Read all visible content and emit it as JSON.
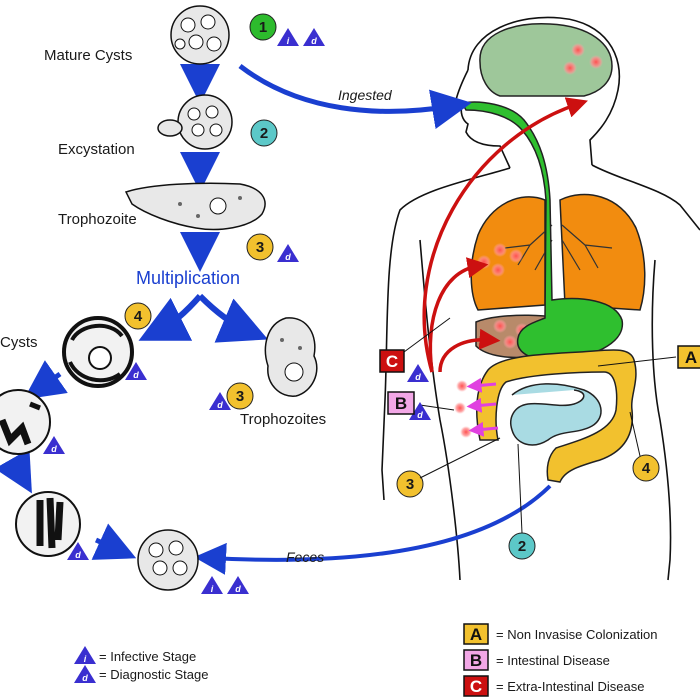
{
  "stages": {
    "mature_cysts": "Mature Cysts",
    "excystation": "Excystation",
    "trophozoite": "Trophozoite",
    "multiplication": "Multiplication",
    "cysts": "Cysts",
    "trophozoites": "Trophozoites"
  },
  "arrows": {
    "ingested": "Ingested",
    "feces": "Feces"
  },
  "step_numbers": {
    "s1": "1",
    "s2": "2",
    "s3": "3",
    "s4": "4",
    "s3b": "3",
    "s3c": "3",
    "s4b": "4",
    "s2b": "2"
  },
  "markers": {
    "infective": "i",
    "diagnostic": "d"
  },
  "disease_boxes": {
    "a": "A",
    "b": "B",
    "c": "C"
  },
  "legend": {
    "infective": "= Infective Stage",
    "diagnostic": "= Diagnostic Stage",
    "a": "= Non Invasise Colonization",
    "b": "= Intestinal Disease",
    "c": "= Extra-Intestinal Disease"
  },
  "colors": {
    "arrow_blue": "#1a3fd0",
    "arrow_red": "#cc1010",
    "brain": "#9ec79a",
    "lung": "#f28c0f",
    "liver": "#b88a6a",
    "stomach_gi": "#2fbf2f",
    "colon": "#f2c12e",
    "small_intestine": "#a9dbe3",
    "step_green": "#2dbb2d",
    "step_teal": "#5cc8c8",
    "step_yellow": "#f2c12e",
    "marker_triangle": "#3a2fd0",
    "box_a": "#f2c12e",
    "box_b": "#f2a7e6",
    "box_c": "#cc1010"
  }
}
